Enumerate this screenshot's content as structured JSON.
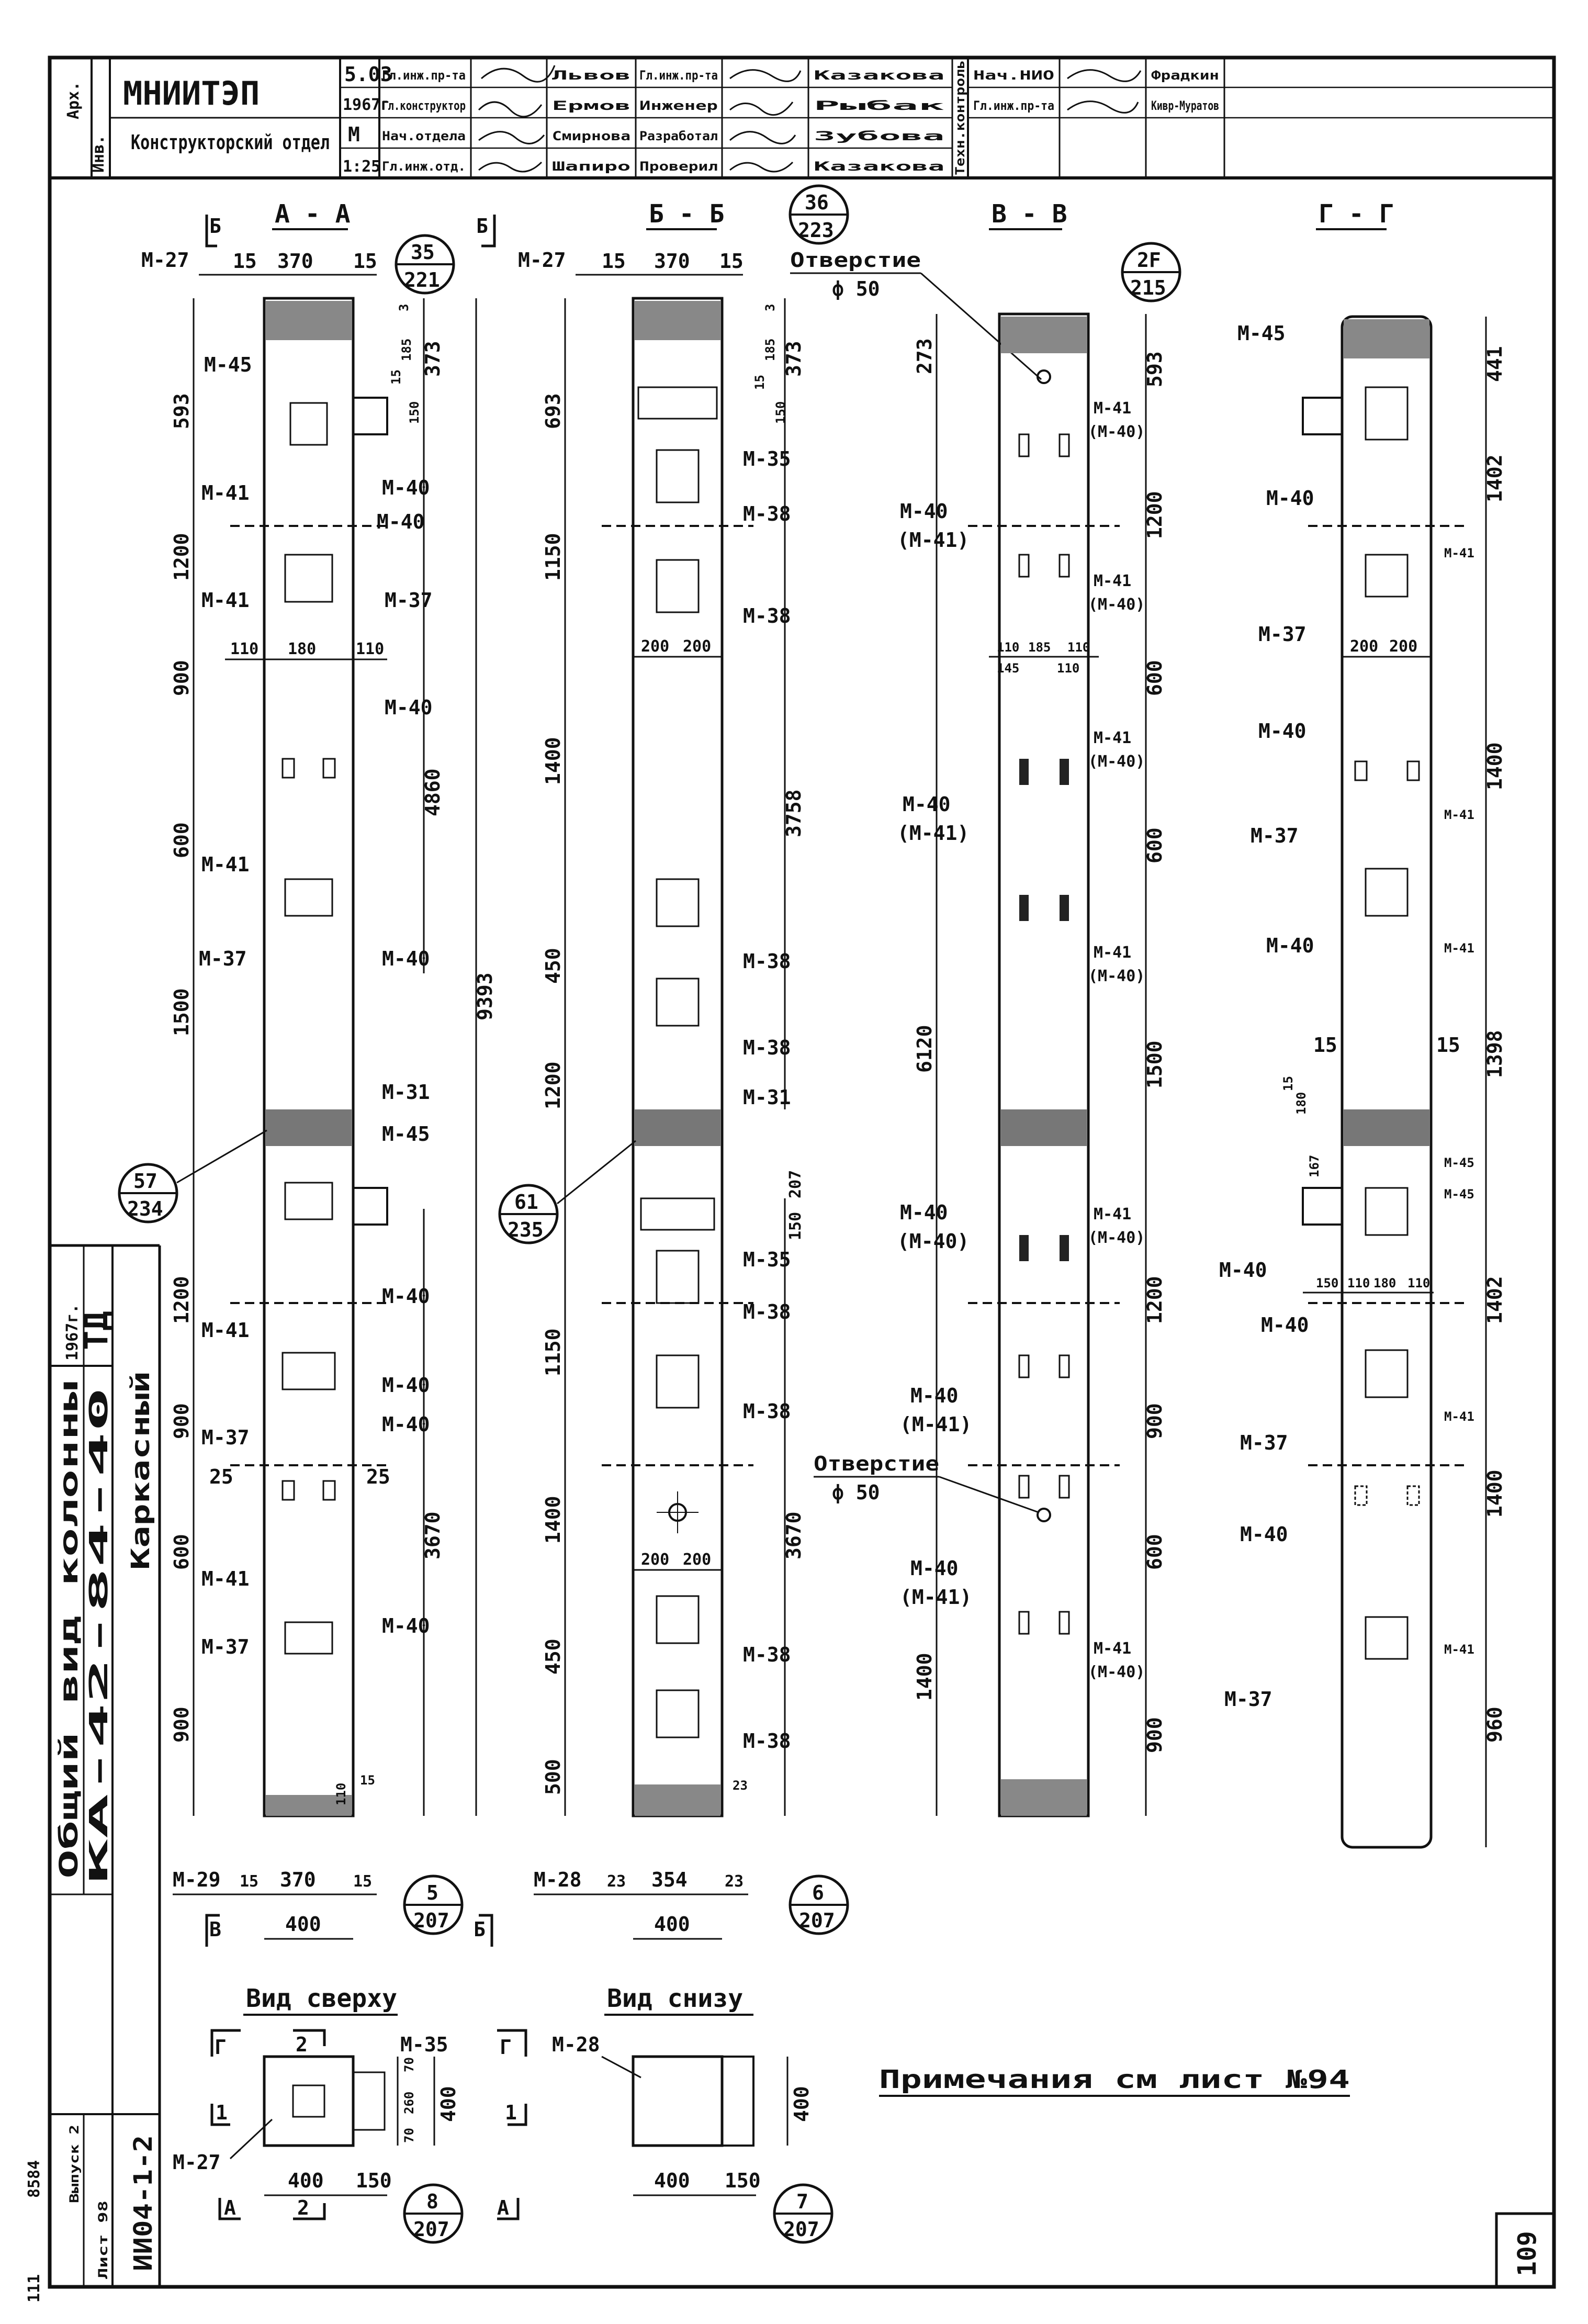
{
  "title_block": {
    "org": "МНИИТЭП",
    "dept": "Конструкторский отдел",
    "left_vertical": [
      "Арх.",
      "Инв."
    ],
    "series": "5.03",
    "year": "1967г",
    "sheet_mark": "М",
    "scale": "1:25",
    "roles": [
      "Гл.инж.пр-та",
      "Гл.конструктор",
      "Нач.отдела",
      "Гл.инж.отд."
    ],
    "names1": [
      "Львов",
      "Ермов",
      "Смирнова",
      "Шапиро"
    ],
    "roles2": [
      "Гл.инж.пр-та",
      "Инженер",
      "Разработал",
      "Проверил"
    ],
    "names2": [
      "Казакова",
      "Рыбак",
      "Зубова",
      "Казакова"
    ],
    "mid_vertical": "Техн.контроль",
    "right_roles": [
      "Нач.НИО",
      "Гл.инж.пр-та"
    ],
    "right_names": [
      "Фрадкин",
      "Кивр-Муратов"
    ]
  },
  "side_block": {
    "code": "ТД",
    "year": "1967г.",
    "title1": "Общий вид колонны",
    "title2": "КА-42-84-40",
    "project": "Каркасный",
    "index": "ИИ04-1-2",
    "issue": "Выпуск 2",
    "sheet": "Лист 98",
    "number": "8584",
    "corner": "111"
  },
  "sections": {
    "a": "А - А",
    "b": "Б - Б",
    "v": "В - В",
    "g": "Г - Г",
    "cut_b": "Б",
    "cut_v": "В",
    "cut_g": "Г",
    "cut_a": "А",
    "cut_1": "1",
    "cut_2": "2"
  },
  "col_a": {
    "top_marks": [
      "М-27",
      "15",
      "370",
      "15"
    ],
    "bubble_top": [
      "35",
      "221"
    ],
    "dims_left": [
      "593",
      "1200",
      "900",
      "600",
      "1500",
      "1200",
      "900",
      "600",
      "900"
    ],
    "dims_right": [
      "373",
      "150",
      "185",
      "15",
      "3",
      "4860",
      "9393",
      "3670",
      "15",
      "110"
    ],
    "small": [
      "110",
      "180",
      "110"
    ],
    "labels": [
      "М-45",
      "М-41",
      "М-40",
      "М-40",
      "М-41",
      "М-37",
      "М-40",
      "М-41",
      "М-37",
      "М-40",
      "М-31",
      "М-45",
      "М-40",
      "М-41",
      "М-40",
      "М-37",
      "М-40",
      "М-41",
      "М-37",
      "М-40"
    ],
    "bubble_mid": [
      "57",
      "234"
    ],
    "gap": [
      "25",
      "25"
    ],
    "bottom": [
      "М-29",
      "15",
      "370",
      "15",
      "400"
    ],
    "bubble_bot": [
      "5",
      "207"
    ]
  },
  "col_b": {
    "top_marks": [
      "М-27",
      "15",
      "370",
      "15"
    ],
    "bubble_top": [
      "36",
      "223"
    ],
    "dims_left": [
      "693",
      "1150",
      "1400",
      "450",
      "1200",
      "1150",
      "1400",
      "450",
      "500"
    ],
    "dims_right": [
      "373",
      "185",
      "15",
      "150",
      "3",
      "3758",
      "207",
      "150",
      "3670",
      "23"
    ],
    "small": [
      "200",
      "200",
      "200",
      "200"
    ],
    "labels": [
      "М-35",
      "М-38",
      "М-38",
      "М-38",
      "М-38",
      "М-31",
      "М-35",
      "М-38",
      "М-38",
      "М-38",
      "М-38"
    ],
    "bubble_mid": [
      "61",
      "235"
    ],
    "bottom": [
      "М-28",
      "23",
      "354",
      "23",
      "400"
    ],
    "bubble_bot": [
      "6",
      "207"
    ]
  },
  "col_v": {
    "hole_top": [
      "Отверстие",
      "ф 50"
    ],
    "bubble_top": [
      "2F",
      "215"
    ],
    "dims_left": [
      "273",
      "6120",
      "1400"
    ],
    "dims_right": [
      "593",
      "1200",
      "600",
      "600",
      "1500",
      "1200",
      "900",
      "600",
      "900"
    ],
    "small": [
      "110",
      "185",
      "110",
      "145",
      "110"
    ],
    "labels": [
      "М-41",
      "(М-40)",
      "М-40",
      "(М-41)",
      "М-41",
      "(М-40)",
      "М-41",
      "(М-40)",
      "М-40",
      "(М-41)",
      "М-41",
      "(М-40)",
      "М-40",
      "(М-40)",
      "М-41",
      "(М-40)",
      "М-40",
      "(М-41)",
      "М-40",
      "(М-41)",
      "М-41",
      "(М-40)"
    ],
    "hole_mid": [
      "Отверстие",
      "ф 50"
    ]
  },
  "col_g": {
    "dims_right": [
      "441",
      "1402",
      "1400",
      "1398",
      "1402",
      "1400",
      "960"
    ],
    "small": [
      "200",
      "200",
      "15",
      "15",
      "167",
      "180",
      "15",
      "150",
      "110",
      "180",
      "110"
    ],
    "labels": [
      "М-45",
      "М-40",
      "М-41",
      "М-37",
      "М-40",
      "М-41",
      "М-37",
      "М-40",
      "М-41",
      "М-45",
      "М-45",
      "М-40",
      "М-40",
      "М-41",
      "М-37",
      "М-40",
      "М-37",
      "М-41"
    ]
  },
  "top_view": {
    "title": "Вид сверху",
    "labels": [
      "М-35",
      "М-27"
    ],
    "dims": [
      "70",
      "260",
      "70",
      "400",
      "400",
      "150"
    ],
    "bubble": [
      "8",
      "207"
    ]
  },
  "bottom_view": {
    "title": "Вид снизу",
    "labels": [
      "М-28"
    ],
    "dims": [
      "400",
      "400",
      "150"
    ],
    "bubble": [
      "7",
      "207"
    ]
  },
  "note": "Примечания см лист №94",
  "sheet_no": "109"
}
